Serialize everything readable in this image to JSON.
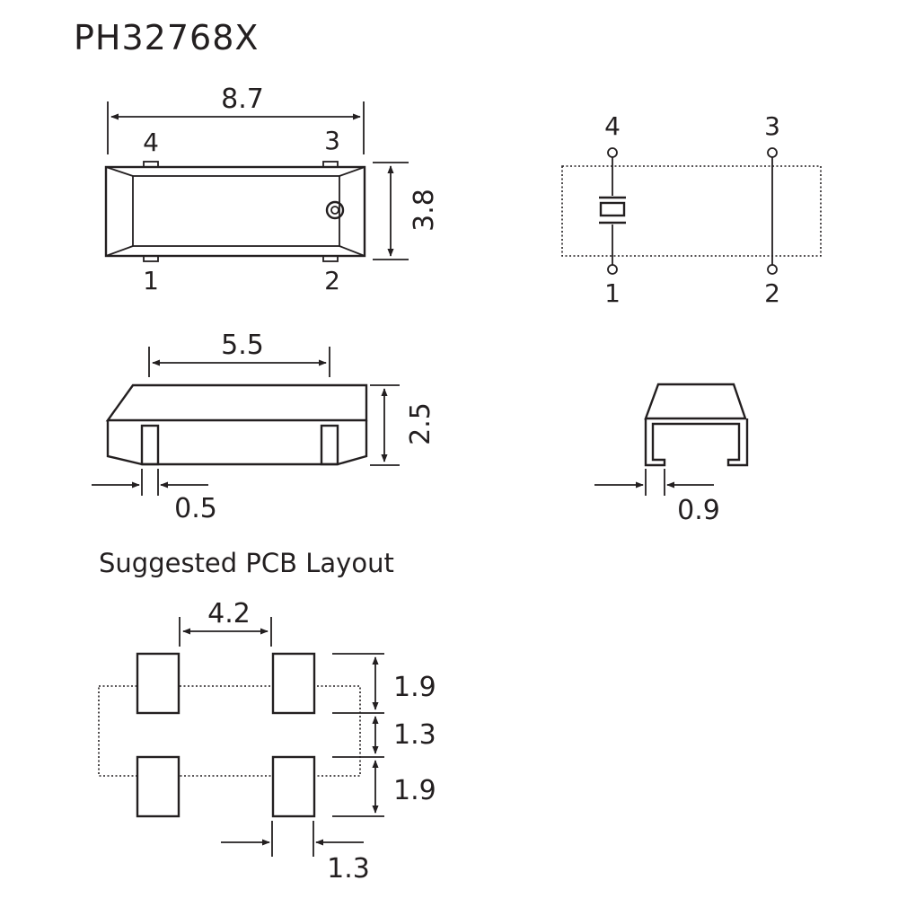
{
  "title": "PH32768X",
  "pcb_heading": "Suggested PCB Layout",
  "top_view": {
    "width_dim": "8.7",
    "height_dim": "3.8",
    "pins": {
      "p1": "1",
      "p2": "2",
      "p3": "3",
      "p4": "4"
    }
  },
  "schematic": {
    "pins": {
      "p1": "1",
      "p2": "2",
      "p3": "3",
      "p4": "4"
    }
  },
  "side_view": {
    "top_width_dim": "5.5",
    "height_dim": "2.5",
    "lead_width_dim": "0.5"
  },
  "end_view": {
    "lead_dim": "0.9"
  },
  "pcb_layout": {
    "pad_gap_dim": "4.2",
    "pad_height_top_dim": "1.9",
    "pad_spacing_dim": "1.3",
    "pad_height_bottom_dim": "1.9",
    "pad_width_dim": "1.3"
  }
}
